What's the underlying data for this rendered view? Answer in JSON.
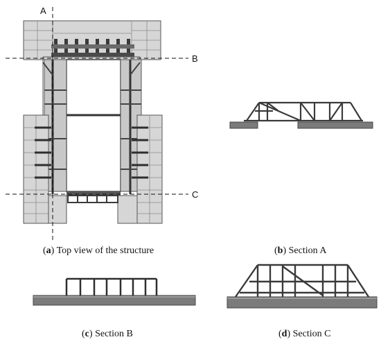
{
  "section_marks": {
    "a": "A",
    "b": "B",
    "c": "C"
  },
  "captions": {
    "a": {
      "letter": "a",
      "text": " Top view of the structure"
    },
    "b": {
      "letter": "b",
      "text": " Section A"
    },
    "c": {
      "letter": "c",
      "text": " Section B"
    },
    "d": {
      "letter": "d",
      "text": " Section C"
    }
  },
  "colors": {
    "slab": "#d2d2d2",
    "slab_dark": "#9a9a9a",
    "steel": "#5a5a5a",
    "steel_dark": "#2e2e2e",
    "base": "#7b7b7b"
  }
}
